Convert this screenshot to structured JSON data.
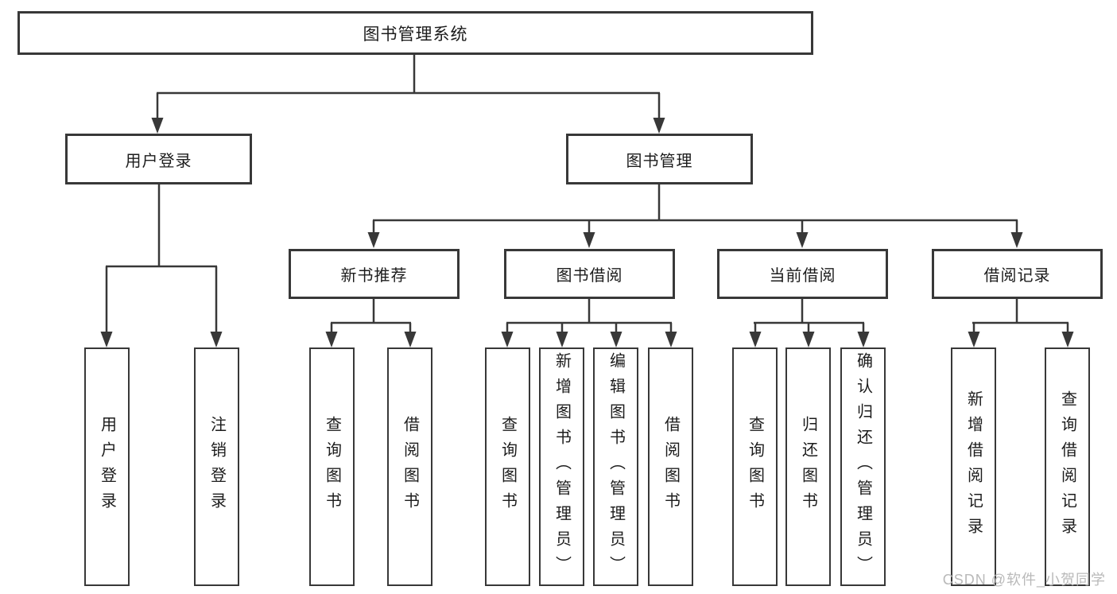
{
  "tree": {
    "root": "图书管理系统",
    "children": [
      {
        "label": "用户登录",
        "children": [
          "用户登录",
          "注销登录"
        ]
      },
      {
        "label": "图书管理",
        "children": [
          {
            "label": "新书推荐",
            "children": [
              "查询图书",
              "借阅图书"
            ]
          },
          {
            "label": "图书借阅",
            "children": [
              "查询图书",
              "新增图书（管理员）",
              "编辑图书（管理员）",
              "借阅图书"
            ]
          },
          {
            "label": "当前借阅",
            "children": [
              "查询图书",
              "归还图书",
              "确认归还（管理员）"
            ]
          },
          {
            "label": "借阅记录",
            "children": [
              "新增借阅记录",
              "查询借阅记录"
            ]
          }
        ]
      }
    ]
  },
  "watermark": {
    "text": "CSDN @软件_小贺同学"
  },
  "colors": {
    "line": "#383838",
    "box_border": "#383838",
    "box_fill": "#ffffff",
    "text": "#1c1c1c",
    "watermark": "#b9b9b9"
  }
}
